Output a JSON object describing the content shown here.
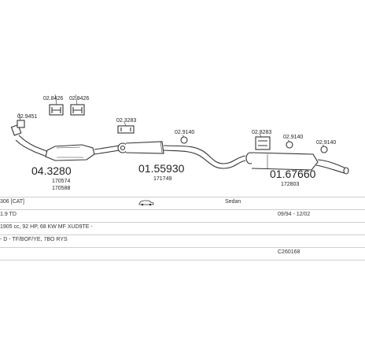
{
  "diagram": {
    "parts": {
      "p_029451": "02.9451",
      "p_028426a": "02.8426",
      "p_028426b": "02.8426",
      "p_043280": "04.3280",
      "p_170574": "170574",
      "p_170588": "170588",
      "p_023283": "02.3283",
      "p_0155930": "01.55930",
      "p_171749": "171749",
      "p_029140a": "02.9140",
      "p_028283": "02.8283",
      "p_029140b": "02.9140",
      "p_029140c": "02.9140",
      "p_0167660": "01.67660",
      "p_172803": "172803"
    }
  },
  "table": {
    "model": "306  [CAT]",
    "body": "Sedan",
    "engine": "1.9 TD",
    "years": "09/94 - 12/02",
    "spec": "1905 cc, 92 HP, 68 KW MF XUD9TE -",
    "codes": "- D - TF/BOF/YE, 7BO RYS",
    "ref": "C260168"
  },
  "colors": {
    "line": "#333333",
    "fill": "#ffffff",
    "rule": "#cfcfcf"
  }
}
